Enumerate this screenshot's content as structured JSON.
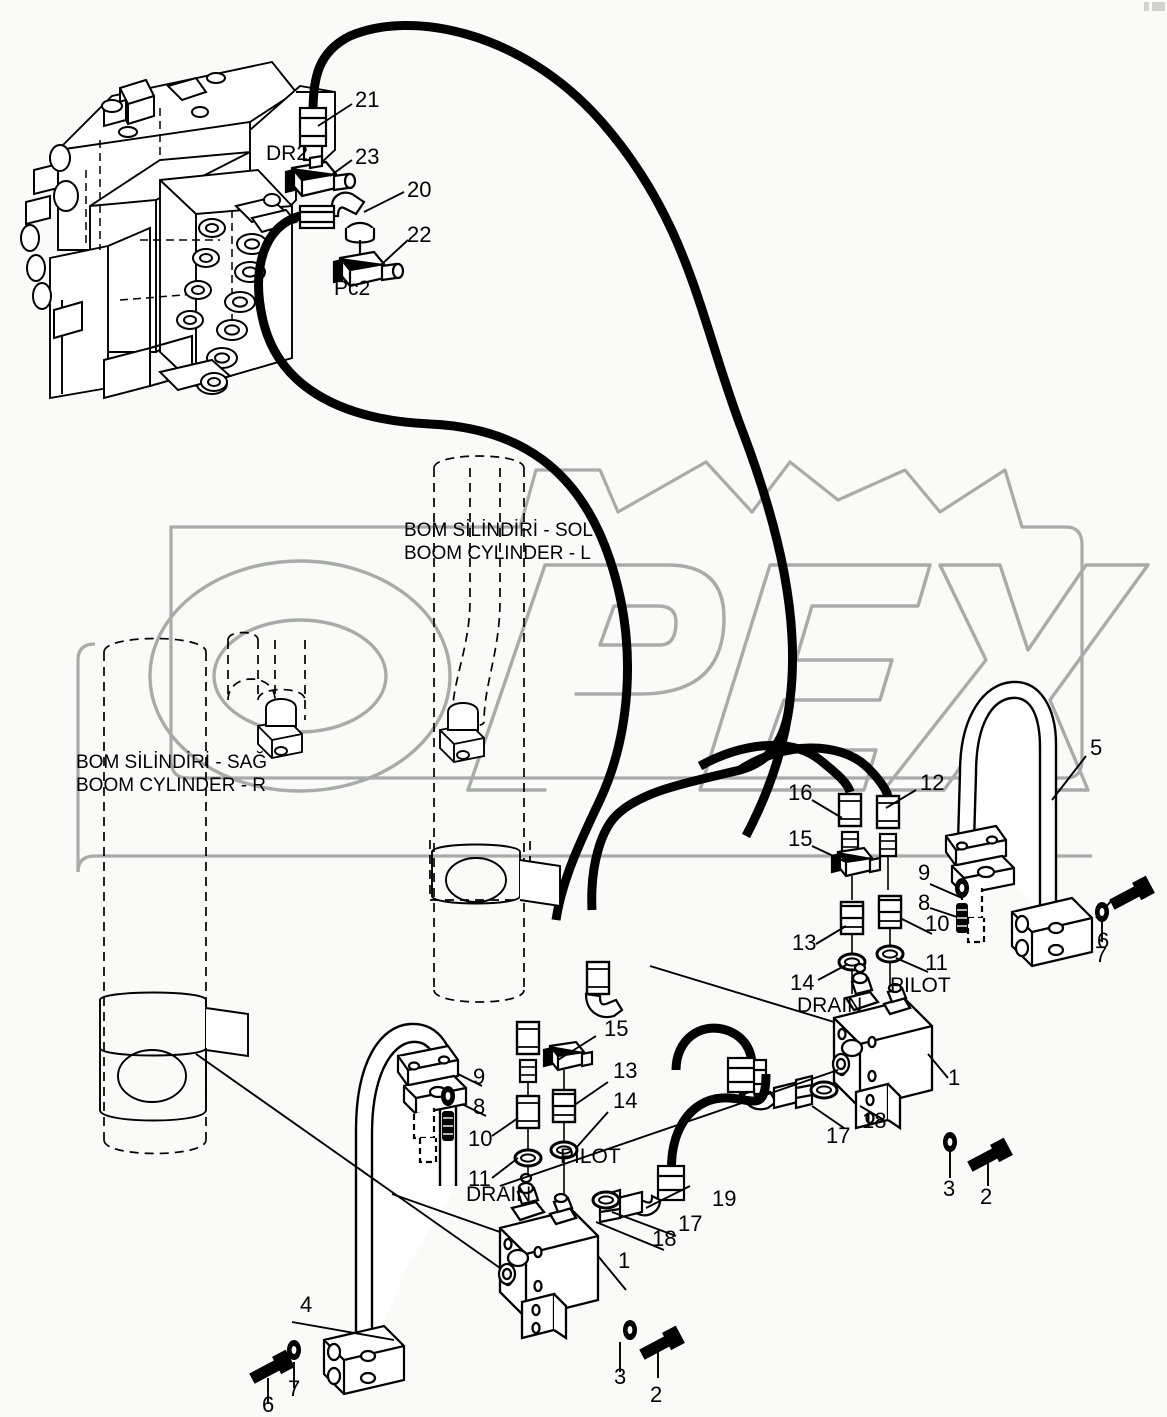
{
  "document": {
    "type": "hydraulic-parts-diagram",
    "background_color": "#fafbf9",
    "line_color": "#000000",
    "watermark": {
      "text": "OPEX",
      "color": "#a9abaa",
      "style": "outline"
    }
  },
  "port_labels": [
    {
      "id": "dr2",
      "text": "DR2"
    },
    {
      "id": "pc2",
      "text": "Pc2"
    }
  ],
  "function_labels": [
    {
      "id": "pilot-right",
      "text": "PILOT"
    },
    {
      "id": "drain-right",
      "text": "DRAIN"
    },
    {
      "id": "pilot-left",
      "text": "PILOT"
    },
    {
      "id": "drain-left",
      "text": "DRAIN"
    }
  ],
  "cylinder_labels": [
    {
      "id": "boom-cylinder-left",
      "line1": "BOM SİLİNDİRİ - SOL",
      "line2": "BOOM CYLINDER - L"
    },
    {
      "id": "boom-cylinder-right",
      "line1": "BOM SİLİNDİRİ - SAĞ",
      "line2": "BOOM CYLINDER - R"
    }
  ],
  "callouts": [
    {
      "id": "c21",
      "number": "21"
    },
    {
      "id": "c23",
      "number": "23"
    },
    {
      "id": "c20",
      "number": "20"
    },
    {
      "id": "c22",
      "number": "22"
    },
    {
      "id": "c5",
      "number": "5"
    },
    {
      "id": "c16",
      "number": "16"
    },
    {
      "id": "c12",
      "number": "12"
    },
    {
      "id": "c15r",
      "number": "15"
    },
    {
      "id": "c9r",
      "number": "9"
    },
    {
      "id": "c8r",
      "number": "8"
    },
    {
      "id": "c13r",
      "number": "13"
    },
    {
      "id": "c10r",
      "number": "10"
    },
    {
      "id": "c11r",
      "number": "11"
    },
    {
      "id": "c14r",
      "number": "14"
    },
    {
      "id": "c6r",
      "number": "6"
    },
    {
      "id": "c7r",
      "number": "7"
    },
    {
      "id": "c1r",
      "number": "1"
    },
    {
      "id": "c18r",
      "number": "18"
    },
    {
      "id": "c17r",
      "number": "17"
    },
    {
      "id": "c3r",
      "number": "3"
    },
    {
      "id": "c2r",
      "number": "2"
    },
    {
      "id": "c15l",
      "number": "15"
    },
    {
      "id": "c13l",
      "number": "13"
    },
    {
      "id": "c14l",
      "number": "14"
    },
    {
      "id": "c9l",
      "number": "9"
    },
    {
      "id": "c8l",
      "number": "8"
    },
    {
      "id": "c10l",
      "number": "10"
    },
    {
      "id": "c11l",
      "number": "11"
    },
    {
      "id": "c19l",
      "number": "19"
    },
    {
      "id": "c17l",
      "number": "17"
    },
    {
      "id": "c18l",
      "number": "18"
    },
    {
      "id": "c1l",
      "number": "1"
    },
    {
      "id": "c4",
      "number": "4"
    },
    {
      "id": "c7l",
      "number": "7"
    },
    {
      "id": "c6l",
      "number": "6"
    },
    {
      "id": "c3l",
      "number": "3"
    },
    {
      "id": "c2l",
      "number": "2"
    }
  ]
}
